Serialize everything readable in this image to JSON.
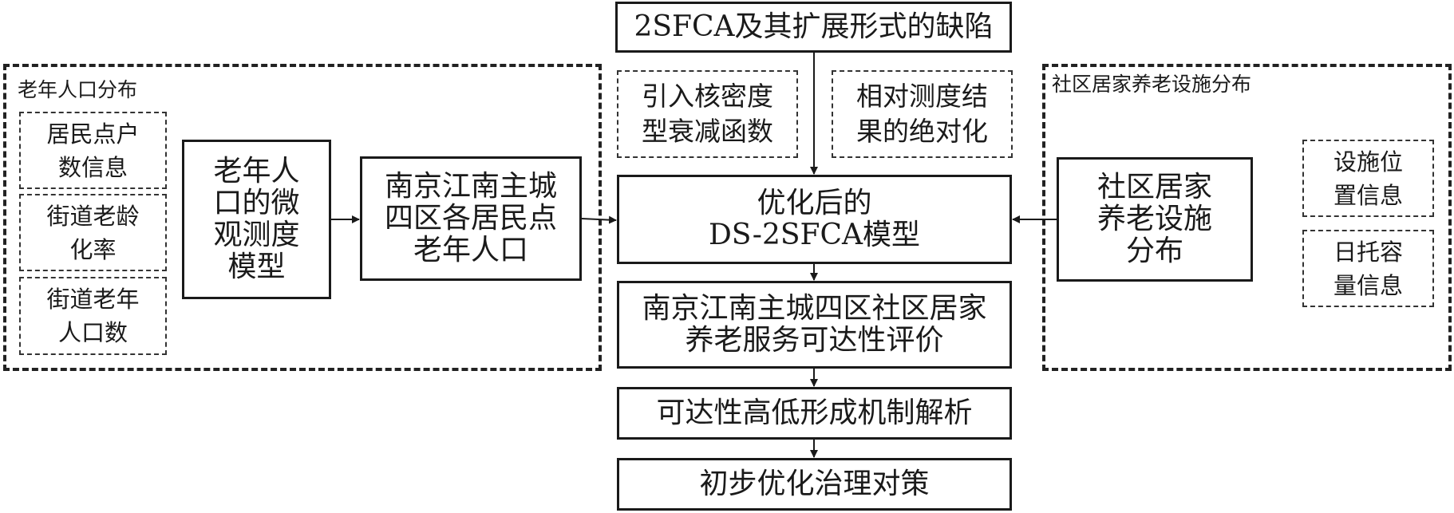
{
  "top_box": "2SFCA及其扩展形式的缺陷",
  "kernel_box": "引入核密度\n型衰减函数",
  "absolute_box": "相对测度结\n果的绝对化",
  "left_group": {
    "label": "老年人口分布",
    "inputs": [
      "居民点户\n数信息",
      "街道老龄\n化率",
      "街道老年\n人口数"
    ],
    "model_box": "老年人\n口的微\n观测度\n模型",
    "population_box": "南京江南主城\n四区各居民点\n老年人口"
  },
  "center": {
    "model_box": "优化后的\nDS-2SFCA模型",
    "evaluation_box": "南京江南主城四区社区居家\n养老服务可达性评价",
    "mechanism_box": "可达性高低形成机制解析",
    "strategy_box": "初步优化治理对策"
  },
  "right_group": {
    "label": "社区居家养老设施分布",
    "facility_box": "社区居家\n养老设施\n分布",
    "inputs": [
      "设施位\n置信息",
      "日托容\n量信息"
    ]
  }
}
